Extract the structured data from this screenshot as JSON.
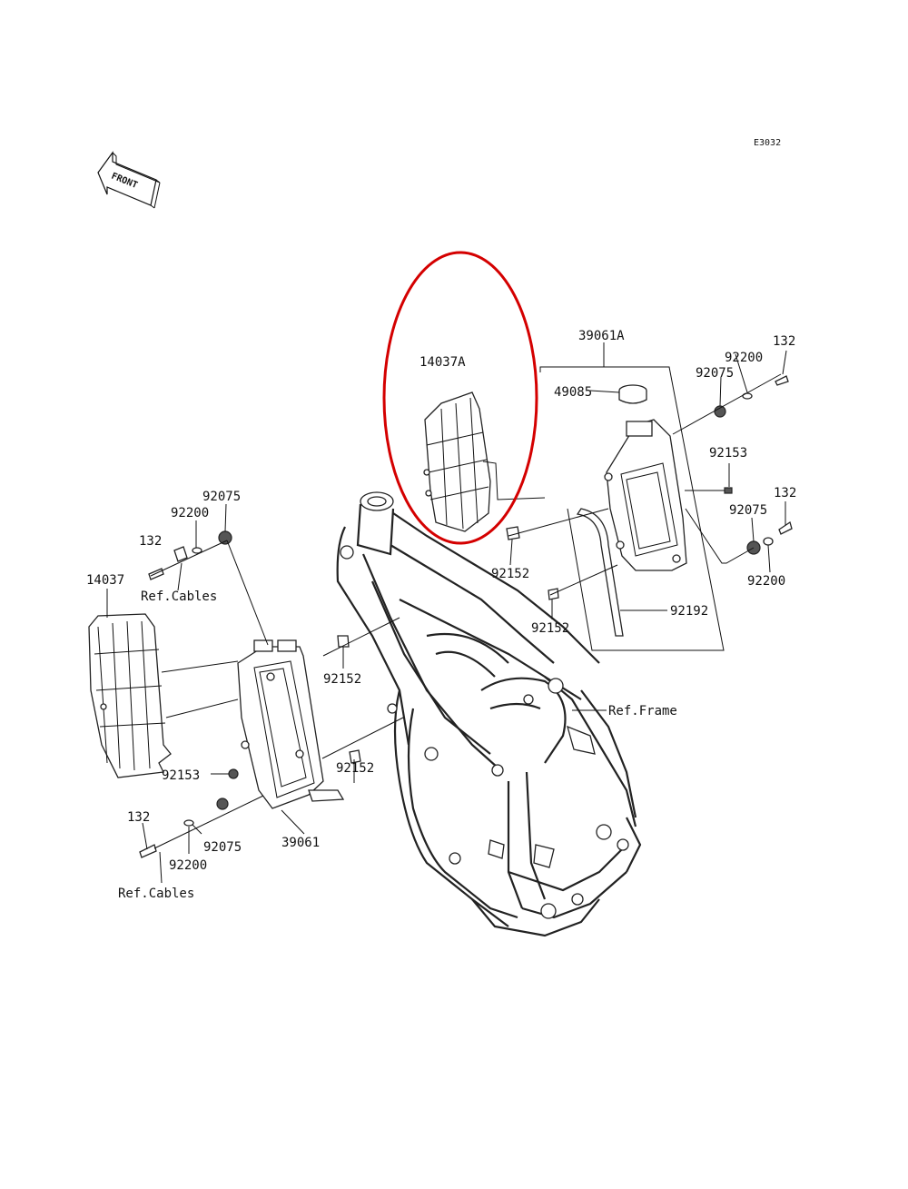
{
  "diagram_code": "E3032",
  "front_label": "FRONT",
  "highlight_color": "#d40000",
  "labels": {
    "part_14037A": "14037A",
    "part_39061A": "39061A",
    "part_49085": "49085",
    "part_132_top": "132",
    "part_92200_top": "92200",
    "part_92075_top": "92075",
    "part_92153_right": "92153",
    "part_132_right": "132",
    "part_92075_right": "92075",
    "part_92200_right": "92200",
    "part_92192": "92192",
    "part_92152_a": "92152",
    "part_92152_b": "92152",
    "part_92152_c": "92152",
    "part_92152_d": "92152",
    "ref_frame": "Ref.Frame",
    "part_92075_left": "92075",
    "part_92200_left": "92200",
    "part_132_left": "132",
    "ref_cables_top": "Ref.Cables",
    "part_14037": "14037",
    "part_92153_left": "92153",
    "part_132_bottom": "132",
    "part_92075_bottom": "92075",
    "part_92200_bottom": "92200",
    "ref_cables_bottom": "Ref.Cables",
    "part_39061": "39061"
  }
}
